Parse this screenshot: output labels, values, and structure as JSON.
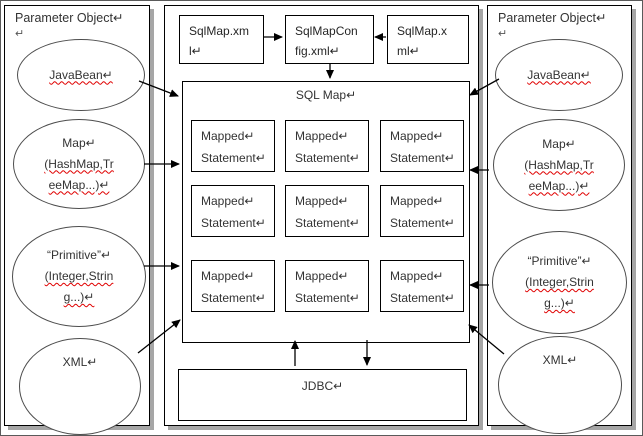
{
  "colors": {
    "border": "#000000",
    "shadow": "#a6a6a6",
    "squiggle": "#e00000",
    "text": "#333333",
    "background": "#ffffff"
  },
  "panels": {
    "left": {
      "title": "Parameter Object↵",
      "stray_mark": "↵",
      "ellipses": [
        {
          "name": "javabean",
          "lines": [
            "JavaBean↵"
          ]
        },
        {
          "name": "map",
          "lines": [
            "Map↵",
            "(HashMap,Tr",
            "eeMap...)↵"
          ]
        },
        {
          "name": "primitive",
          "lines": [
            "“Primitive”↵",
            "(Integer,Strin",
            "g...)↵"
          ]
        },
        {
          "name": "xml",
          "lines": [
            "XML↵"
          ]
        }
      ]
    },
    "right": {
      "title": "Parameter Object↵",
      "stray_mark": "↵",
      "ellipses": [
        {
          "name": "javabean",
          "lines": [
            "JavaBean↵"
          ]
        },
        {
          "name": "map",
          "lines": [
            "Map↵",
            "(HashMap,Tr",
            "eeMap...)↵"
          ]
        },
        {
          "name": "primitive",
          "lines": [
            "“Primitive”↵",
            "(Integer,Strin",
            "g...)↵"
          ]
        },
        {
          "name": "xml",
          "lines": [
            "XML↵"
          ]
        }
      ]
    }
  },
  "center": {
    "top_boxes": [
      {
        "name": "sqlmap-xml-left",
        "lines": [
          "SqlMap.xm",
          "l↵"
        ]
      },
      {
        "name": "sqlmap-config",
        "lines": [
          "SqlMapCon",
          "fig.xml↵"
        ]
      },
      {
        "name": "sqlmap-xml-right",
        "lines": [
          "SqlMap.x",
          "ml↵"
        ]
      }
    ],
    "sql_map": {
      "title": "SQL Map↵",
      "statements": [
        {
          "lines": [
            "Mapped↵",
            "Statement↵"
          ]
        },
        {
          "lines": [
            "Mapped↵",
            "Statement↵"
          ]
        },
        {
          "lines": [
            "Mapped↵",
            "Statement↵"
          ]
        },
        {
          "lines": [
            "Mapped↵",
            "Statement↵"
          ]
        },
        {
          "lines": [
            "Mapped↵",
            "Statement↵"
          ]
        },
        {
          "lines": [
            "Mapped↵",
            "Statement↵"
          ]
        },
        {
          "lines": [
            "Mapped↵",
            "Statement↵"
          ]
        },
        {
          "lines": [
            "Mapped↵",
            "Statement↵"
          ]
        },
        {
          "lines": [
            "Mapped↵",
            "Statement↵"
          ]
        }
      ]
    },
    "jdbc": {
      "label": "JDBC↵"
    }
  }
}
